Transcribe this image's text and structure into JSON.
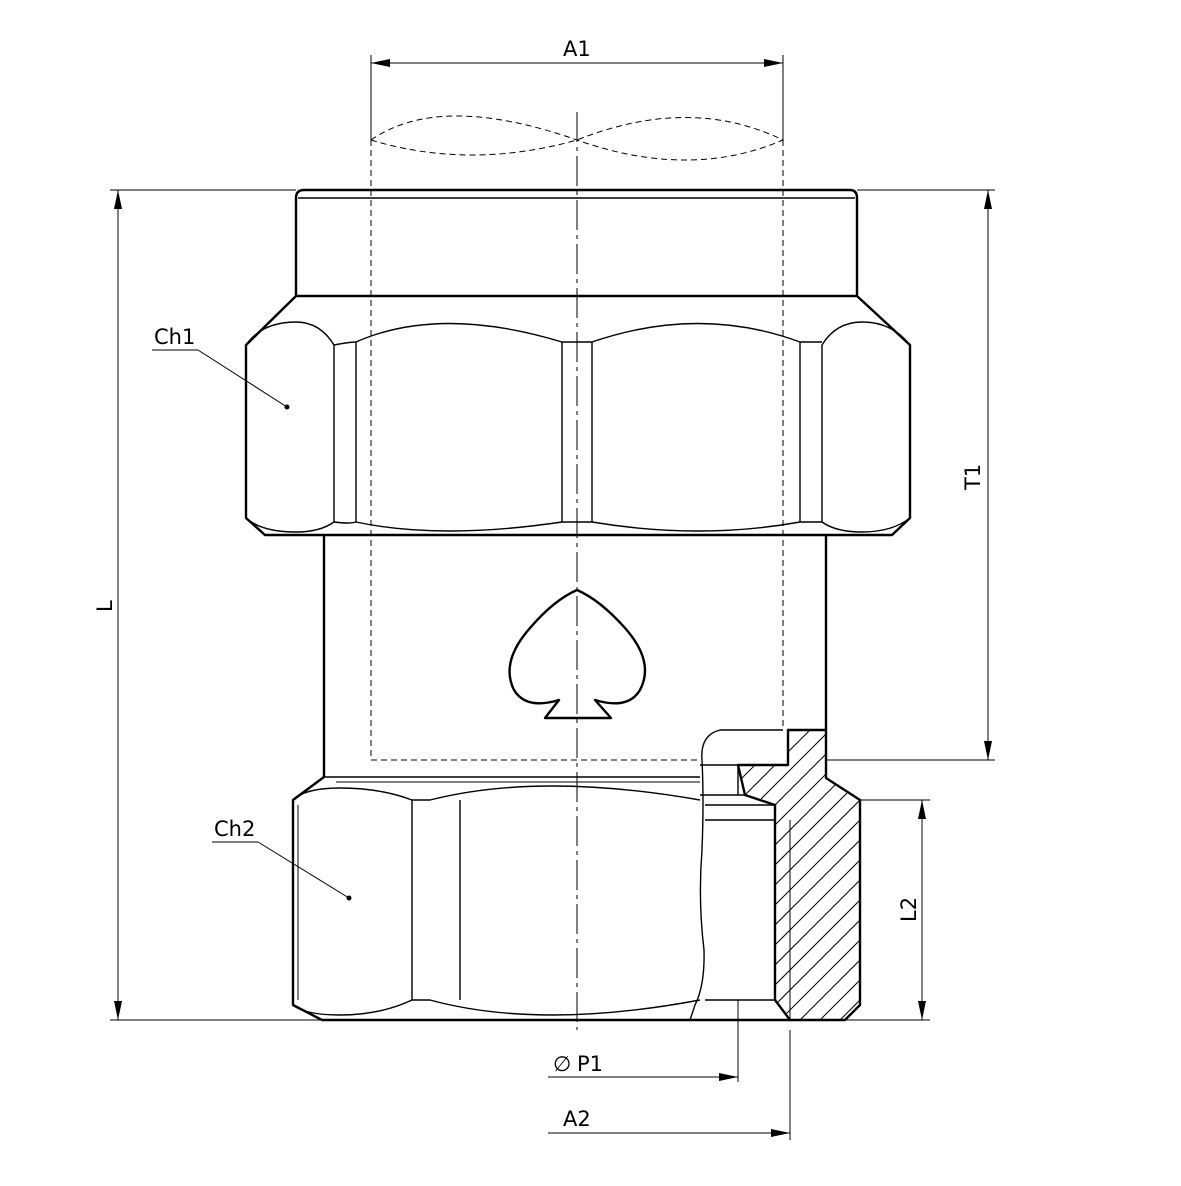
{
  "labels": {
    "a1": "A1",
    "t1": "T1",
    "l": "L",
    "l2": "L2",
    "ch1": "Ch1",
    "ch2": "Ch2",
    "p1_symbol": "∅",
    "p1": "P1",
    "a2": "A2"
  }
}
